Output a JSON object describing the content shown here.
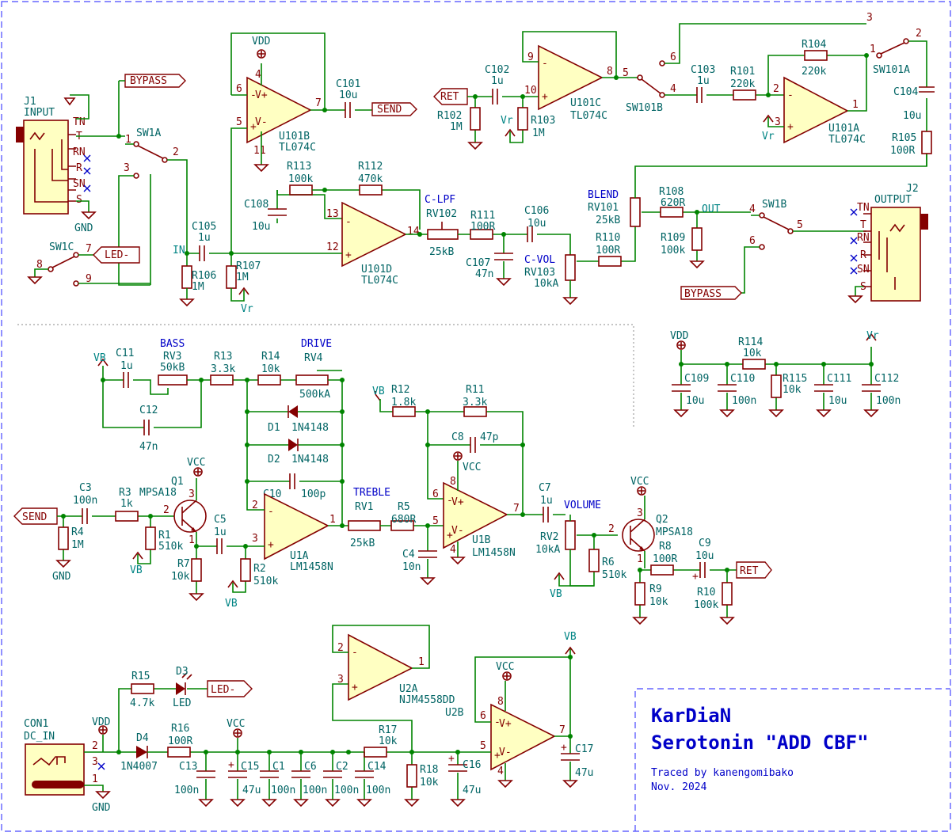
{
  "title_block": {
    "line1": "KarDiaN",
    "line2": "Serotonin \"ADD CBF\"",
    "credit": "Traced by kanengomibako",
    "date": "Nov. 2024"
  },
  "labels": {
    "bypass_a": "BYPASS",
    "bypass_b": "BYPASS",
    "send_a": "SEND",
    "send_b": "SEND",
    "ret_a": "RET",
    "ret_b": "RET",
    "led_a": "LED-",
    "led_b": "LED-"
  },
  "nets": {
    "vdd": "VDD",
    "vcc": "VCC",
    "vr": "Vr",
    "vb": "VB",
    "gnd": "GND",
    "in": "IN",
    "out": "OUT",
    "clpf": "C-LPF",
    "cvol": "C-VOL",
    "blend": "BLEND",
    "bass": "BASS",
    "drive": "DRIVE",
    "treble": "TREBLE",
    "volume": "VOLUME"
  },
  "components": {
    "j1": "J1",
    "j1_name": "INPUT",
    "j2": "J2",
    "j2_name": "OUTPUT",
    "con1": "CON1",
    "con1_name": "DC_IN",
    "sw1a": "SW1A",
    "sw1b": "SW1B",
    "sw1c": "SW1C",
    "sw101a": "SW101A",
    "sw101b": "SW101B",
    "u101a": "U101A",
    "u101b": "U101B",
    "u101c": "U101C",
    "u101d": "U101D",
    "tl074c": "TL074C",
    "u1a": "U1A",
    "u1b": "U1B",
    "lm1458n": "LM1458N",
    "u2a": "U2A",
    "u2b": "U2B",
    "njm4558dd": "NJM4558DD",
    "q1": "Q1",
    "q2": "Q2",
    "mpsa18": "MPSA18",
    "d1": "D1",
    "d2": "D2",
    "d3": "D3",
    "d4": "D4",
    "n4148": "1N4148",
    "n4007": "1N4007",
    "led": "LED",
    "r1": "R1",
    "r2": "R2",
    "r3": "R3",
    "r4": "R4",
    "r5": "R5",
    "r6": "R6",
    "r7": "R7",
    "r8": "R8",
    "r9": "R9",
    "r10": "R10",
    "r11": "R11",
    "r12": "R12",
    "r13": "R13",
    "r14": "R14",
    "r15": "R15",
    "r16": "R16",
    "r17": "R17",
    "r18": "R18",
    "r101": "R101",
    "r102": "R102",
    "r103": "R103",
    "r104": "R104",
    "r105": "R105",
    "r106": "R106",
    "r107": "R107",
    "r108": "R108",
    "r109": "R109",
    "r110": "R110",
    "r111": "R111",
    "r112": "R112",
    "r113": "R113",
    "r114": "R114",
    "r115": "R115",
    "rv1": "RV1",
    "rv2": "RV2",
    "rv3": "RV3",
    "rv4": "RV4",
    "rv101": "RV101",
    "rv102": "RV102",
    "rv103": "RV103",
    "c1": "C1",
    "c2": "C2",
    "c3": "C3",
    "c4": "C4",
    "c5": "C5",
    "c6": "C6",
    "c7": "C7",
    "c8": "C8",
    "c9": "C9",
    "c10": "C10",
    "c11": "C11",
    "c12": "C12",
    "c13": "C13",
    "c14": "C14",
    "c15": "C15",
    "c16": "C16",
    "c17": "C17",
    "c101": "C101",
    "c102": "C102",
    "c103": "C103",
    "c104": "C104",
    "c105": "C105",
    "c106": "C106",
    "c107": "C107",
    "c108": "C108",
    "c109": "C109",
    "c110": "C110",
    "c111": "C111",
    "c112": "C112"
  },
  "values": {
    "v1M": "1M",
    "v1u": "1u",
    "v10u": "10u",
    "v220k": "220k",
    "v100R": "100R",
    "v100k": "100k",
    "v470k": "470k",
    "v25kB": "25kB",
    "v47n": "47n",
    "v10kA": "10kA",
    "v620R": "620R",
    "v10k": "10k",
    "v100n": "100n",
    "v50kB": "50kB",
    "v3_3k": "3.3k",
    "v500kA": "500kA",
    "v1_8k": "1.8k",
    "v47p": "47p",
    "v100p": "100p",
    "v1k": "1k",
    "v510k": "510k",
    "v680R": "680R",
    "v10n": "10n",
    "v4_7k": "4.7k",
    "v47u": "47u"
  },
  "pins": {
    "p1": "1",
    "p2": "2",
    "p3": "3",
    "p4": "4",
    "p5": "5",
    "p6": "6",
    "p7": "7",
    "p8": "8",
    "p9": "9",
    "p10": "10",
    "p11": "11",
    "p12": "12",
    "p13": "13",
    "p14": "14",
    "T": "T",
    "TN": "TN",
    "RN": "RN",
    "R": "R",
    "SN": "SN",
    "S": "S",
    "vplus": "V+",
    "vminus": "V-",
    "plus": "+",
    "minus": "-"
  }
}
